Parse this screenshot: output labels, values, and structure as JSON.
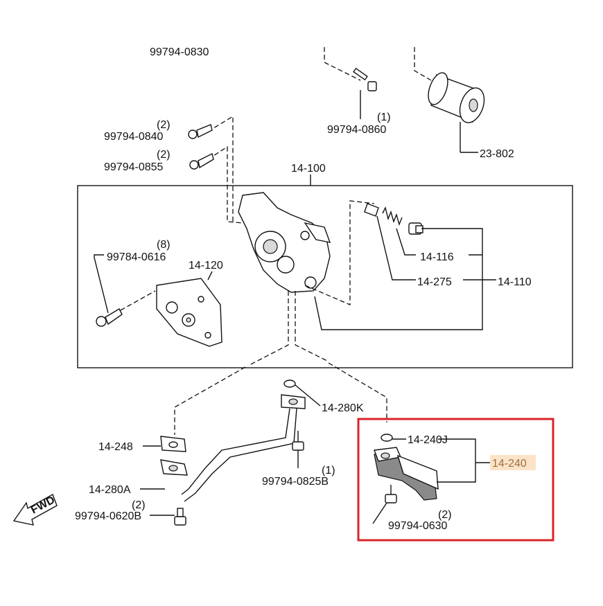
{
  "labels": {
    "p_0830": "99794-0830",
    "p_0860_qty": "(1)",
    "p_0860": "99794-0860",
    "p_23802": "23-802",
    "p_0840_qty": "(2)",
    "p_0840": "99794-0840",
    "p_0855_qty": "(2)",
    "p_0855": "99794-0855",
    "p_14100": "14-100",
    "p_0616_qty": "(8)",
    "p_0616": "99784-0616",
    "p_14120": "14-120",
    "p_14116": "14-116",
    "p_14275": "14-275",
    "p_14110": "14-110",
    "p_14280k": "14-280K",
    "p_14248": "14-248",
    "p_14240j": "14-240J",
    "p_14240": "14-240",
    "p_0825b_qty": "(1)",
    "p_0825b": "99794-0825B",
    "p_14280a": "14-280A",
    "p_0620b_qty": "(2)",
    "p_0620b": "99794-0620B",
    "p_0630_qty": "(2)",
    "p_0630": "99794-0630",
    "fwd": "FWD"
  },
  "highlight": {
    "box_color": "#d8232a",
    "label_bg": "#fbe3c8",
    "highlighted_part": "14-240"
  }
}
